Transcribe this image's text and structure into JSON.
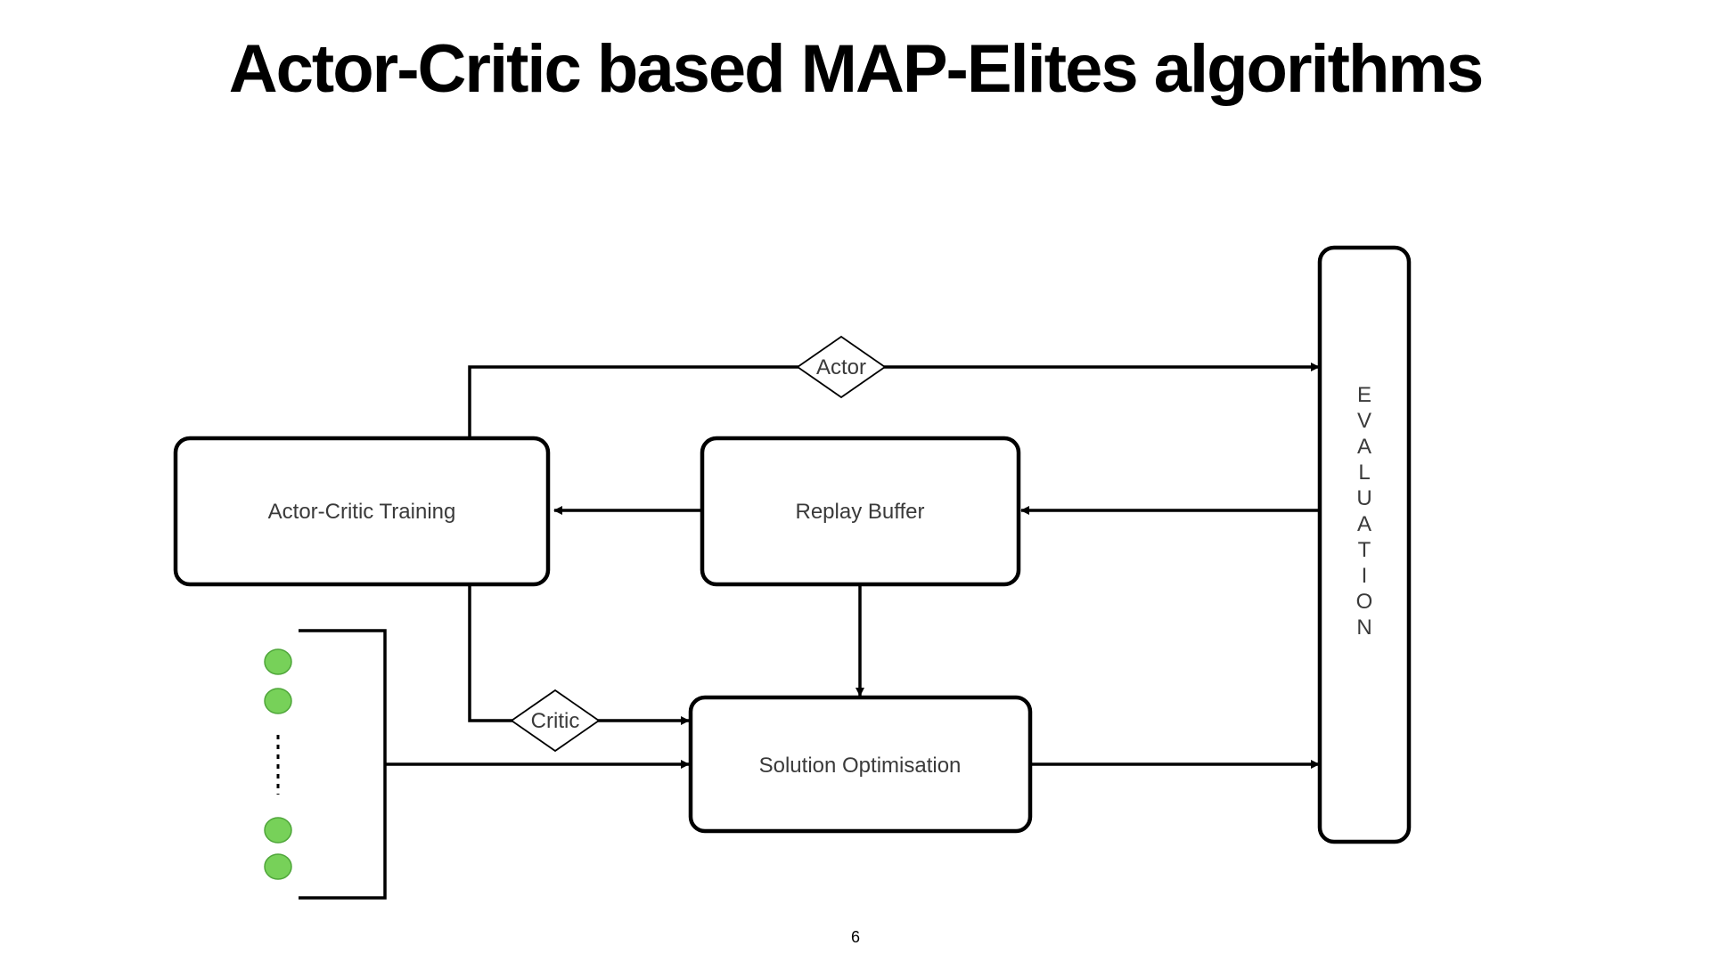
{
  "slide": {
    "title": "Actor-Critic based MAP-Elites algorithms",
    "page_number": "6"
  },
  "diagram": {
    "boxes": {
      "actor_critic_training": "Actor-Critic Training",
      "replay_buffer": "Replay Buffer",
      "solution_optimisation": "Solution Optimisation"
    },
    "diamonds": {
      "actor": "Actor",
      "critic": "Critic"
    },
    "evaluation_letters": [
      "E",
      "V",
      "A",
      "L",
      "U",
      "A",
      "T",
      "I",
      "O",
      "N"
    ],
    "colors": {
      "population_dot_fill": "#77d159",
      "population_dot_stroke": "#4fa63a",
      "stroke": "#000000"
    }
  }
}
